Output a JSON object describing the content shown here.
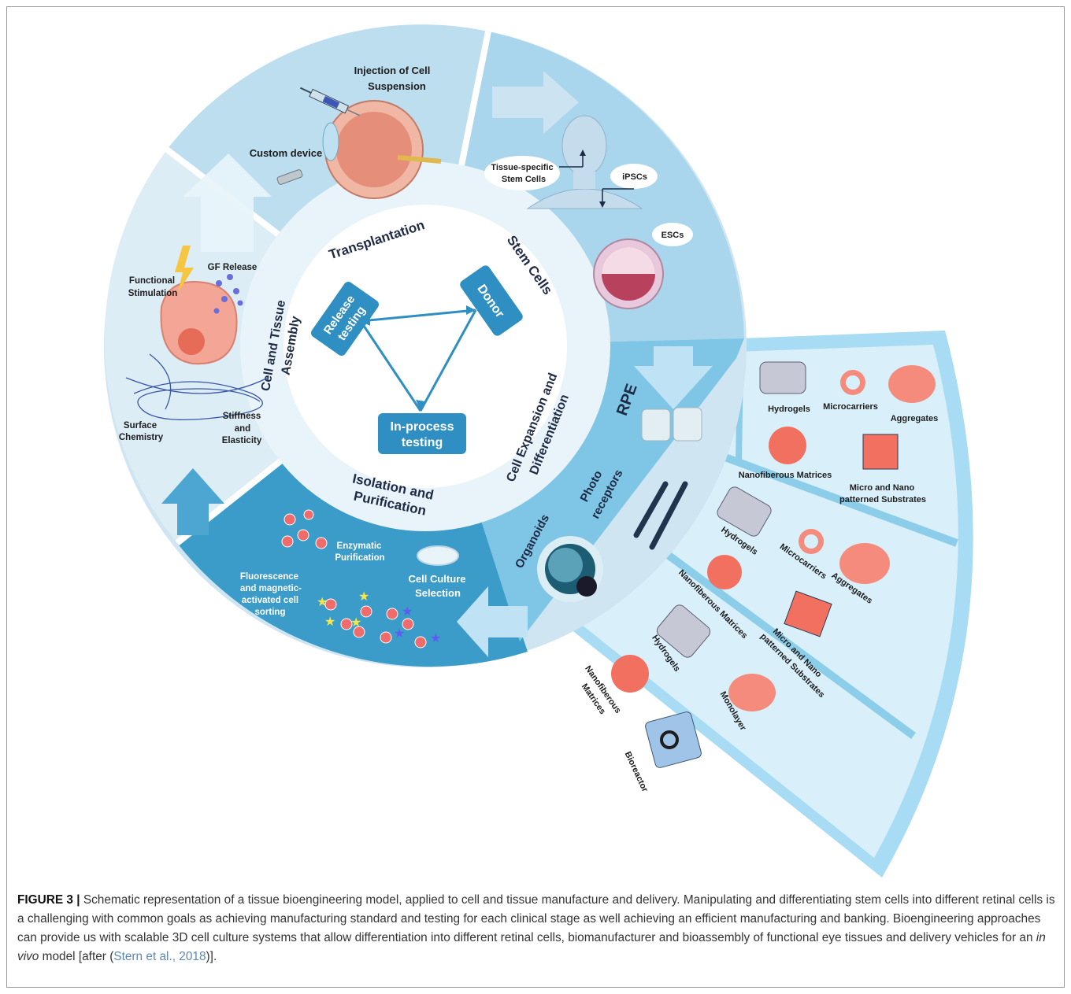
{
  "diagram": {
    "segments": {
      "transplantation": "Transplantation",
      "stem_cells": "Stem Cells",
      "cell_expansion_1": "Cell Expansion and",
      "cell_expansion_2": "Differentiation",
      "isolation_1": "Isolation and",
      "isolation_2": "Purification",
      "assembly_1": "Cell and Tissue",
      "assembly_2": "Assembly"
    },
    "center": {
      "release_1": "Release",
      "release_2": "testing",
      "donor": "Donor",
      "inprocess_1": "In-process",
      "inprocess_2": "testing"
    },
    "transplantation_labels": {
      "injection_1": "Injection of Cell",
      "injection_2": "Suspension",
      "custom_device": "Custom device"
    },
    "stem_labels": {
      "tissue_1": "Tissue-specific",
      "tissue_2": "Stem Cells",
      "ipscs": "iPSCs",
      "escs": "ESCs"
    },
    "assembly_labels": {
      "gf_release": "GF Release",
      "functional_1": "Functional",
      "functional_2": "Stimulation",
      "surface_1": "Surface",
      "surface_2": "Chemistry",
      "stiffness_1": "Stiffness",
      "stiffness_2": "and",
      "stiffness_3": "Elasticity"
    },
    "isolation_labels": {
      "enzymatic_1": "Enzymatic",
      "enzymatic_2": "Purification",
      "culture_1": "Cell Culture",
      "culture_2": "Selection",
      "facs_1": "Fluorescence",
      "facs_2": "and magnetic-",
      "facs_3": "activated cell",
      "facs_4": "sorting"
    },
    "differentiation": {
      "rpe": "RPE",
      "photo_1": "Photo",
      "photo_2": "receptors",
      "organoids": "Organoids"
    },
    "fan_rpe": {
      "hydrogels": "Hydrogels",
      "microcarriers": "Microcarriers",
      "aggregates": "Aggregates",
      "nanofiber": "Nanofiberous Matrices",
      "micro_1": "Micro and Nano",
      "micro_2": "patterned Substrates"
    },
    "fan_photo": {
      "hydrogels": "Hydrogels",
      "microcarriers": "Microcarriers",
      "aggregates": "Aggregates",
      "nanofiber": "Nanofiberous Matrices",
      "micro_1": "Micro and Nano",
      "micro_2": "patterned Substrates"
    },
    "fan_organoid": {
      "hydrogels": "Hydrogels",
      "nano_1": "Nanofiberous",
      "nano_2": "Matrices",
      "monolayer": "Monolayer",
      "bioreactor": "Bioreactor"
    }
  },
  "caption": {
    "label": "FIGURE 3 |",
    "text": "Schematic representation of a tissue bioengineering model, applied to cell and tissue manufacture and delivery. Manipulating and differentiating stem cells into different retinal cells is a challenging with common goals as achieving manufacturing standard and testing for each clinical stage as well achieving an efficient manufacturing and banking. Bioengineering approaches can provide us with scalable 3D cell culture systems that allow differentiation into different retinal cells, biomanufacturer and bioassembly of functional eye tissues and delivery vehicles for an",
    "italic": "in vivo",
    "after": "model [after (",
    "ref": "Stern et al., 2018",
    "end": ")]."
  },
  "colors": {
    "outer_ring": "#cfe6f2",
    "transplant_seg": "#bcdeef",
    "stem_seg": "#a9d6ec",
    "isolation_seg": "#3b9cc9",
    "fan": "#a8dcf4",
    "center_box": "#2f8fc2"
  }
}
